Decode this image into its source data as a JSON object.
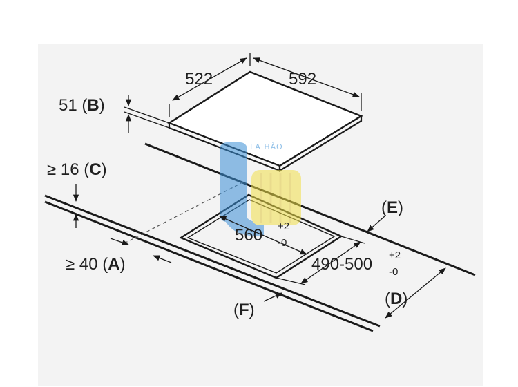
{
  "panel_color": "#f3f3f3",
  "line_color": "#1a1a1a",
  "watermark": {
    "text": "LA HÀO",
    "colors": {
      "blue": "#3a8fd6",
      "yellow": "#f2e04a"
    }
  },
  "labels": {
    "width_522": "522",
    "depth_592": "592",
    "height_51": "51",
    "letter_b": "B",
    "min_16": "≥ 16",
    "letter_c": "C",
    "min_40": "≥ 40",
    "letter_a": "A",
    "letter_e": "E",
    "letter_d": "D",
    "letter_f": "F",
    "cutout_560": "560",
    "cutout_560_tol_plus": "+2",
    "cutout_560_tol_minus": "-0",
    "cutout_490_500": "490-500",
    "cutout_490_tol_plus": "+2",
    "cutout_490_tol_minus": "-0"
  }
}
